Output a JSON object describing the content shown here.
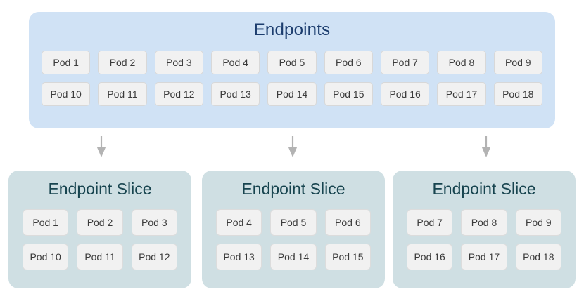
{
  "colors": {
    "endpoints_panel_bg": "#d0e2f5",
    "endpoints_title_text": "#1c3d6e",
    "slice_panel_bg": "#cfdfe3",
    "slice_title_text": "#17444f",
    "pod_bg": "#f1f1f1",
    "pod_border": "#d8d8d8",
    "pod_text": "#3b3b3b",
    "arrow": "#b3b3b3",
    "page_bg": "#ffffff"
  },
  "endpoints": {
    "title": "Endpoints",
    "rows": [
      [
        "Pod 1",
        "Pod 2",
        "Pod 3",
        "Pod 4",
        "Pod 5",
        "Pod 6",
        "Pod 7",
        "Pod 8",
        "Pod 9"
      ],
      [
        "Pod 10",
        "Pod 11",
        "Pod 12",
        "Pod 13",
        "Pod 14",
        "Pod 15",
        "Pod 16",
        "Pod 17",
        "Pod 18"
      ]
    ]
  },
  "arrows": [
    {
      "name": "arrow-to-slice-1",
      "icon": "arrow-down-icon"
    },
    {
      "name": "arrow-to-slice-2",
      "icon": "arrow-down-icon"
    },
    {
      "name": "arrow-to-slice-3",
      "icon": "arrow-down-icon"
    }
  ],
  "slices": [
    {
      "title": "Endpoint Slice",
      "rows": [
        [
          "Pod 1",
          "Pod 2",
          "Pod 3"
        ],
        [
          "Pod 10",
          "Pod 11",
          "Pod 12"
        ]
      ]
    },
    {
      "title": "Endpoint Slice",
      "rows": [
        [
          "Pod 4",
          "Pod 5",
          "Pod 6"
        ],
        [
          "Pod 13",
          "Pod 14",
          "Pod 15"
        ]
      ]
    },
    {
      "title": "Endpoint Slice",
      "rows": [
        [
          "Pod 7",
          "Pod 8",
          "Pod 9"
        ],
        [
          "Pod 16",
          "Pod 17",
          "Pod 18"
        ]
      ]
    }
  ]
}
